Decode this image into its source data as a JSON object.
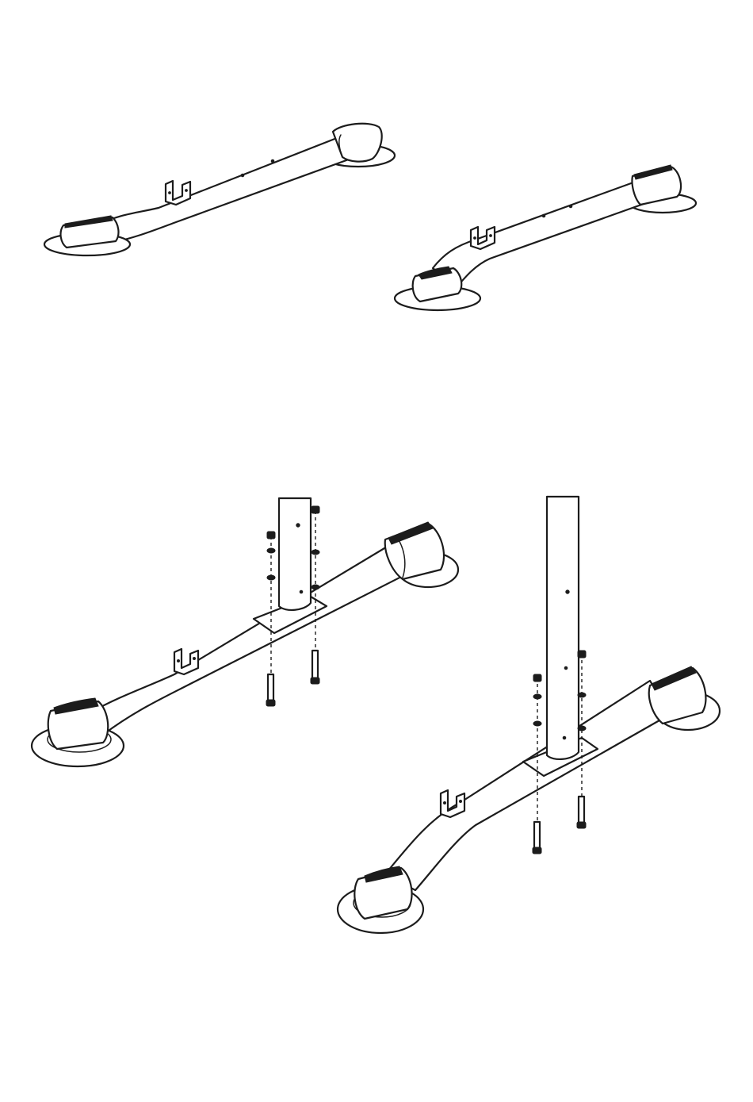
{
  "figure": {
    "background": "#ffffff",
    "line_color": "#1c1c1c",
    "panels": [
      {
        "name": "front-stabilizer-top-left",
        "contents": [
          "stabilizer-tube",
          "mounting-bracket",
          "end-cap-left",
          "end-cap-right",
          "foot-pad-left",
          "foot-pad-right"
        ]
      },
      {
        "name": "rear-stabilizer-top-right",
        "contents": [
          "stabilizer-tube",
          "mounting-bracket",
          "end-cap-left",
          "end-cap-right",
          "foot-pad-left",
          "foot-pad-right"
        ]
      },
      {
        "name": "stabilizer-assembly-bottom-left",
        "contents": [
          "upright-post",
          "base-plate",
          "bolts",
          "washers",
          "nuts",
          "stabilizer-tube",
          "mounting-bracket"
        ]
      },
      {
        "name": "stabilizer-assembly-bottom-right",
        "contents": [
          "upright-post",
          "base-plate",
          "bolts",
          "washers",
          "nuts",
          "stabilizer-tube",
          "mounting-bracket"
        ]
      }
    ]
  }
}
